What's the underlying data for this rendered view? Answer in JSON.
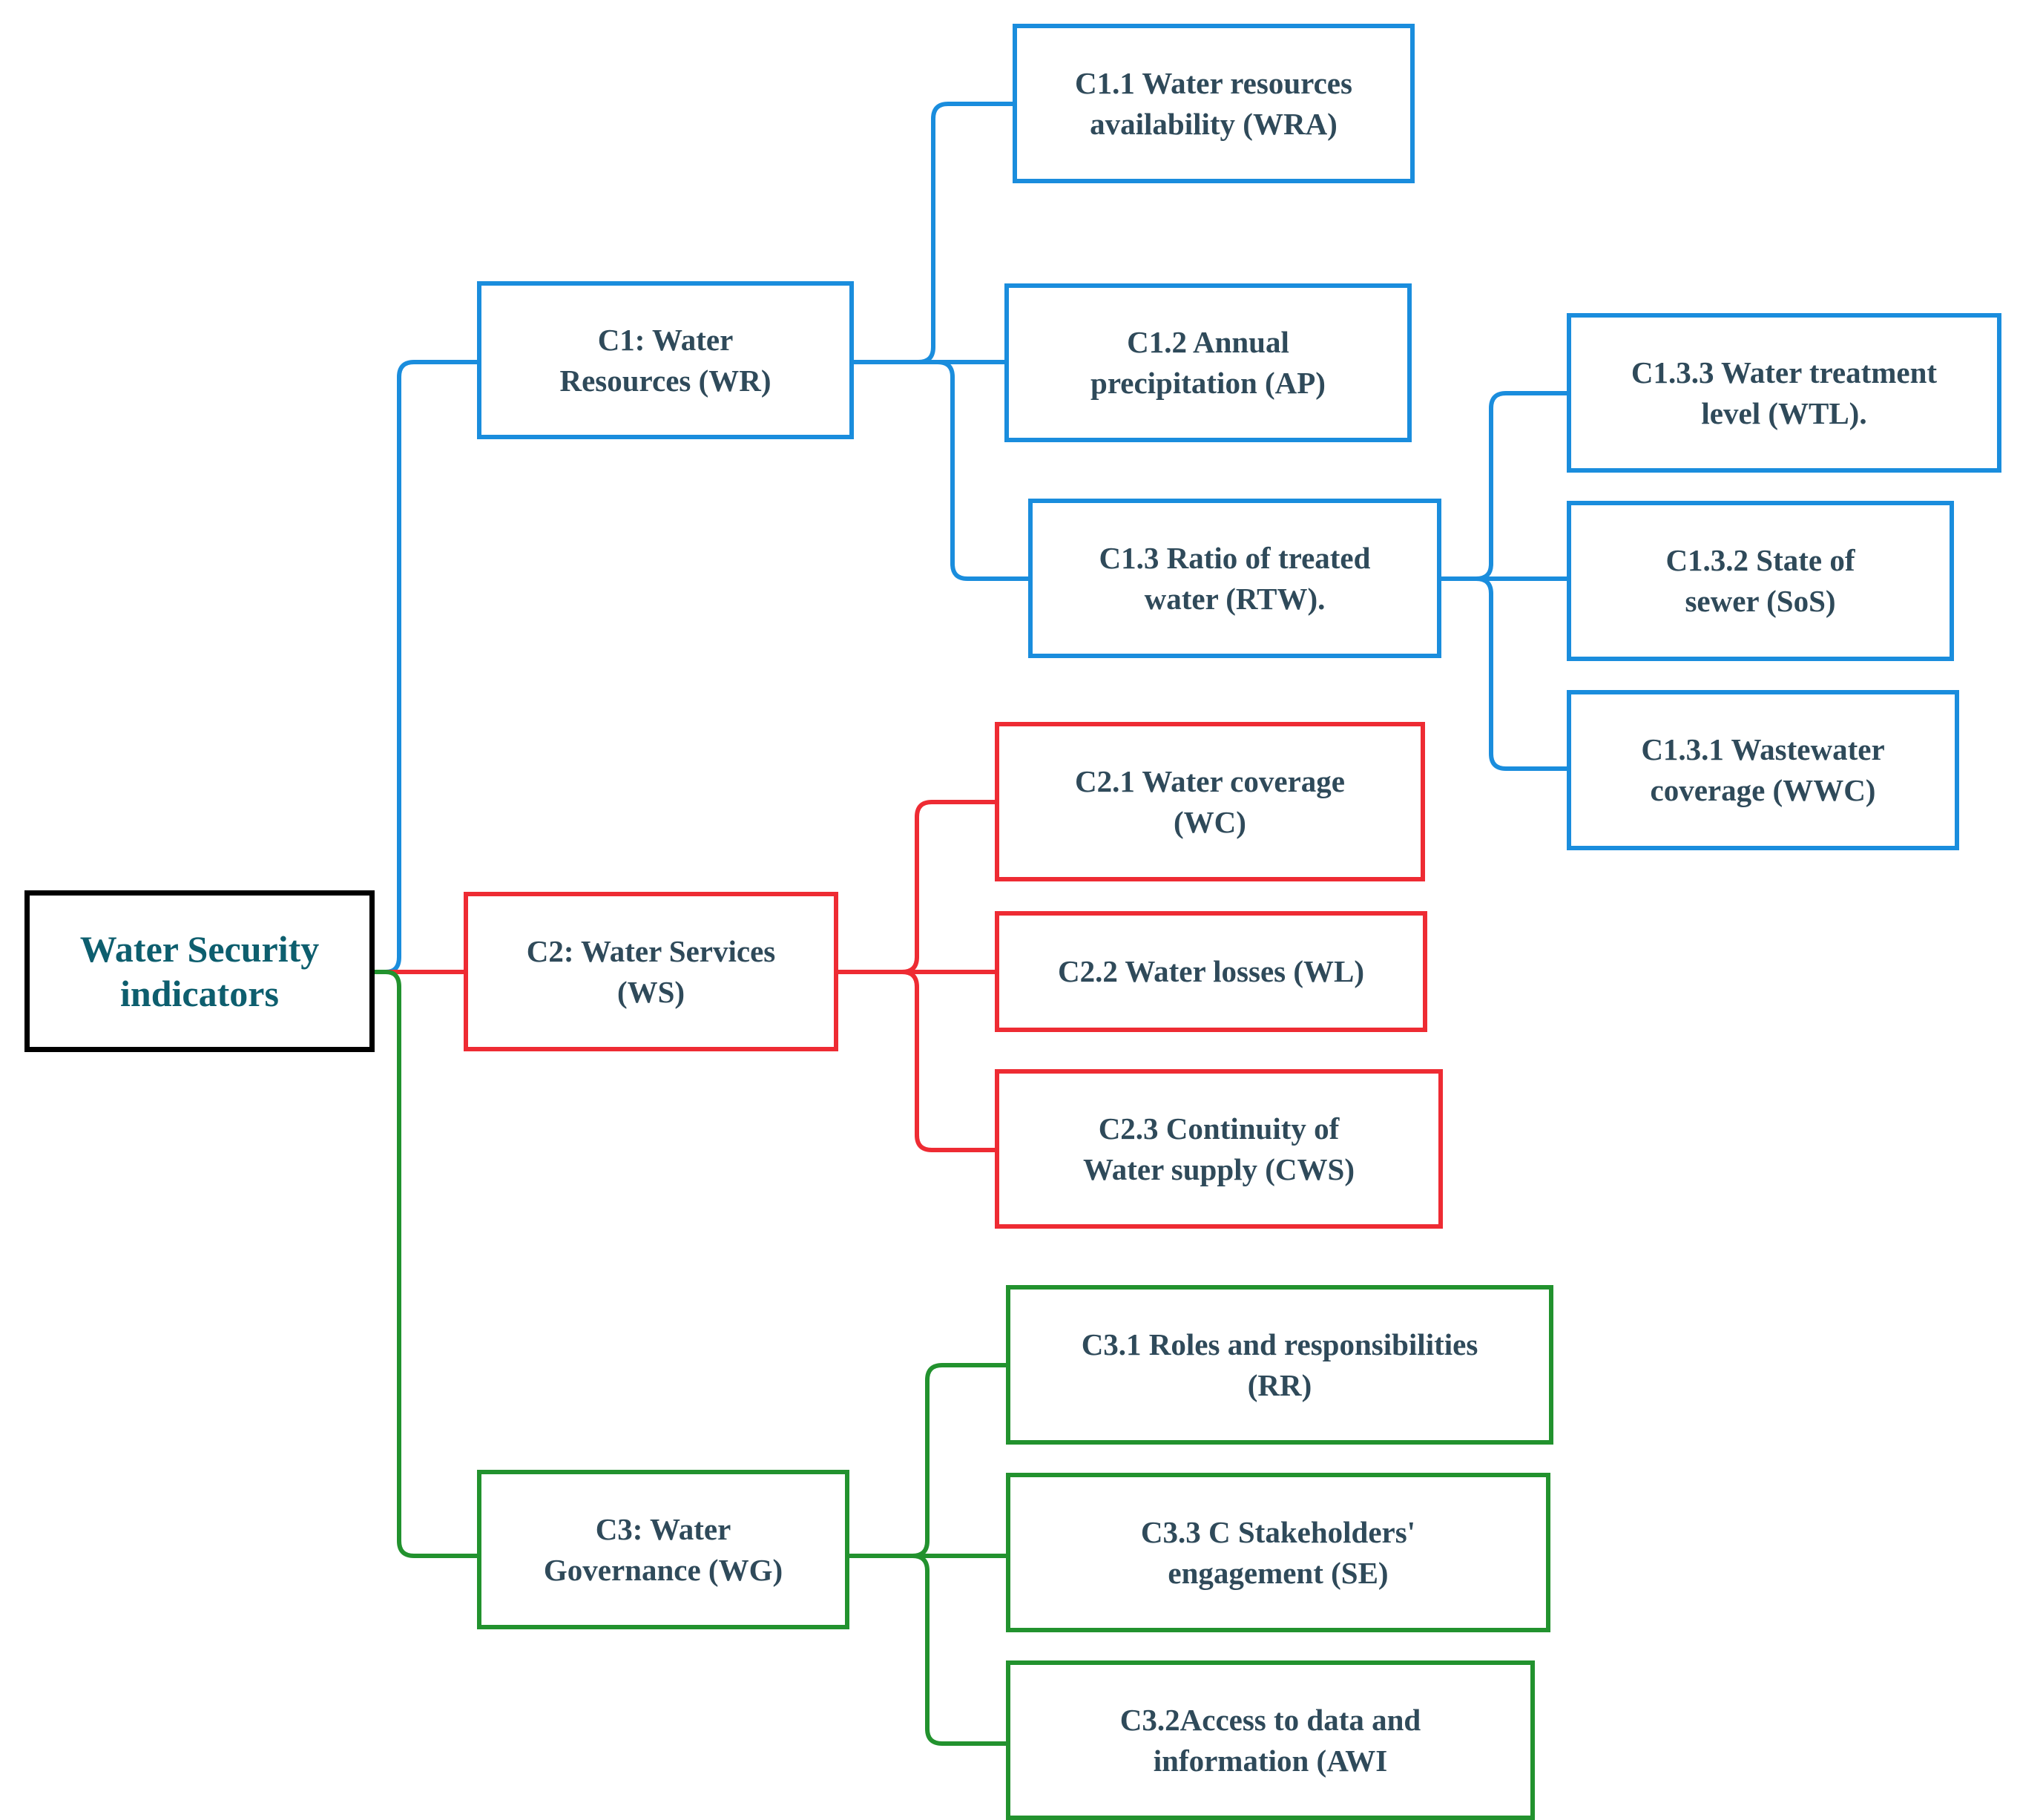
{
  "root": {
    "label": "Water Security\nindicators",
    "border_color": "#000000"
  },
  "branches": [
    {
      "id": "c1",
      "label": "C1: Water\nResources (WR)",
      "color": "#1a8ddd",
      "children": [
        {
          "id": "c1-1",
          "label": "C1.1 Water resources\navailability (WRA)"
        },
        {
          "id": "c1-2",
          "label": "C1.2 Annual\nprecipitation (AP)"
        },
        {
          "id": "c1-3",
          "label": "C1.3 Ratio of treated\nwater (RTW).",
          "children": [
            {
              "id": "c1-3-3",
              "label": "C1.3.3 Water treatment\nlevel (WTL)."
            },
            {
              "id": "c1-3-2",
              "label": "C1.3.2 State of\nsewer (SoS)"
            },
            {
              "id": "c1-3-1",
              "label": "C1.3.1 Wastewater\ncoverage (WWC)"
            }
          ]
        }
      ]
    },
    {
      "id": "c2",
      "label": "C2: Water Services\n(WS)",
      "color": "#ee2b33",
      "children": [
        {
          "id": "c2-1",
          "label": "C2.1 Water coverage\n(WC)"
        },
        {
          "id": "c2-2",
          "label": "C2.2 Water losses (WL)"
        },
        {
          "id": "c2-3",
          "label": "C2.3  Continuity of\nWater supply (CWS)"
        }
      ]
    },
    {
      "id": "c3",
      "label": "C3: Water\nGovernance (WG)",
      "color": "#22922e",
      "children": [
        {
          "id": "c3-1",
          "label": "C3.1 Roles and responsibilities\n(RR)"
        },
        {
          "id": "c3-3",
          "label": "C3.3 C Stakeholders'\nengagement (SE)"
        },
        {
          "id": "c3-2",
          "label": "C3.2Access to data and\ninformation (AWI"
        }
      ]
    }
  ]
}
